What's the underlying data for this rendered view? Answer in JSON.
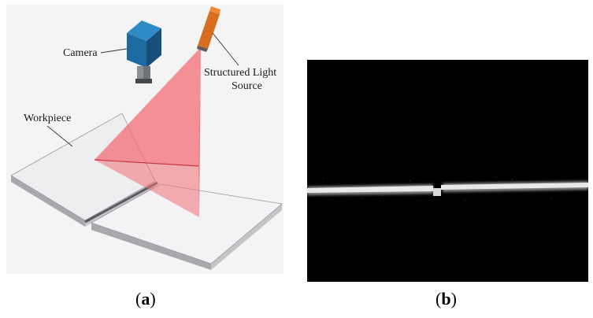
{
  "panel_a": {
    "labels": {
      "camera": "Camera",
      "structured_light_line1": "Structured Light",
      "structured_light_line2": "Source",
      "workpiece": "Workpiece"
    },
    "colors": {
      "laser_plane": "#f2727a",
      "camera_body": "#1f6ea3",
      "light_source": "#d86c20",
      "plate": "#f1f1f3"
    }
  },
  "panel_b": {
    "background": "#000000",
    "laser_stripe_color": "#e8e8e8"
  },
  "captions": {
    "a": {
      "open": "(",
      "letter": "a",
      "close": ")"
    },
    "b": {
      "open": "(",
      "letter": "b",
      "close": ")"
    }
  }
}
